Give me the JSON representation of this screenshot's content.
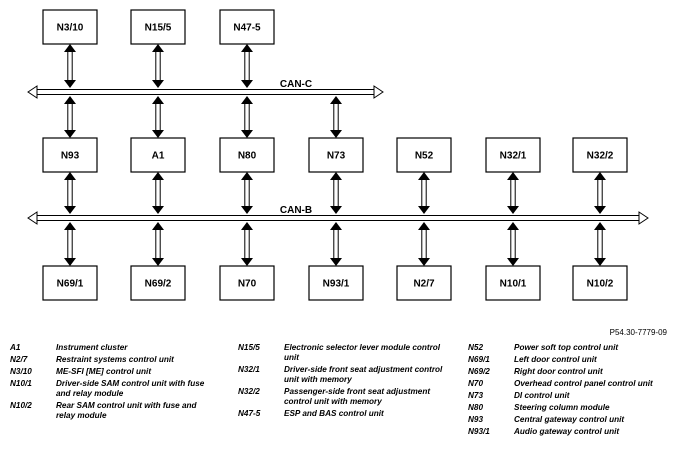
{
  "figure_id": "P54.30-7779-09",
  "buses": {
    "can_c": "CAN-C",
    "can_b": "CAN-B"
  },
  "modules": {
    "top": [
      "N3/10",
      "N15/5",
      "N47-5"
    ],
    "middle": [
      "N93",
      "A1",
      "N80",
      "N73",
      "N52",
      "N32/1",
      "N32/2"
    ],
    "bottom": [
      "N69/1",
      "N69/2",
      "N70",
      "N93/1",
      "N2/7",
      "N10/1",
      "N10/2"
    ]
  },
  "legend": {
    "col1": [
      {
        "code": "A1",
        "desc": "Instrument cluster"
      },
      {
        "code": "N2/7",
        "desc": "Restraint systems control unit"
      },
      {
        "code": "N3/10",
        "desc": "ME-SFI [ME] control unit"
      },
      {
        "code": "N10/1",
        "desc": "Driver-side SAM control unit with fuse and relay module"
      },
      {
        "code": "N10/2",
        "desc": "Rear SAM control unit with fuse and relay module"
      }
    ],
    "col2": [
      {
        "code": "N15/5",
        "desc": "Electronic selector lever module control unit"
      },
      {
        "code": "N32/1",
        "desc": "Driver-side front seat adjustment control unit with memory"
      },
      {
        "code": "N32/2",
        "desc": "Passenger-side front seat adjustment control unit with memory"
      },
      {
        "code": "N47-5",
        "desc": "ESP and BAS control unit"
      }
    ],
    "col3": [
      {
        "code": "N52",
        "desc": "Power soft top control unit"
      },
      {
        "code": "N69/1",
        "desc": "Left door control unit"
      },
      {
        "code": "N69/2",
        "desc": "Right door control unit"
      },
      {
        "code": "N70",
        "desc": "Overhead control panel control unit"
      },
      {
        "code": "N73",
        "desc": "DI control unit"
      },
      {
        "code": "N80",
        "desc": "Steering column module"
      },
      {
        "code": "N93",
        "desc": "Central gateway control unit"
      },
      {
        "code": "N93/1",
        "desc": "Audio gateway control unit"
      }
    ]
  }
}
